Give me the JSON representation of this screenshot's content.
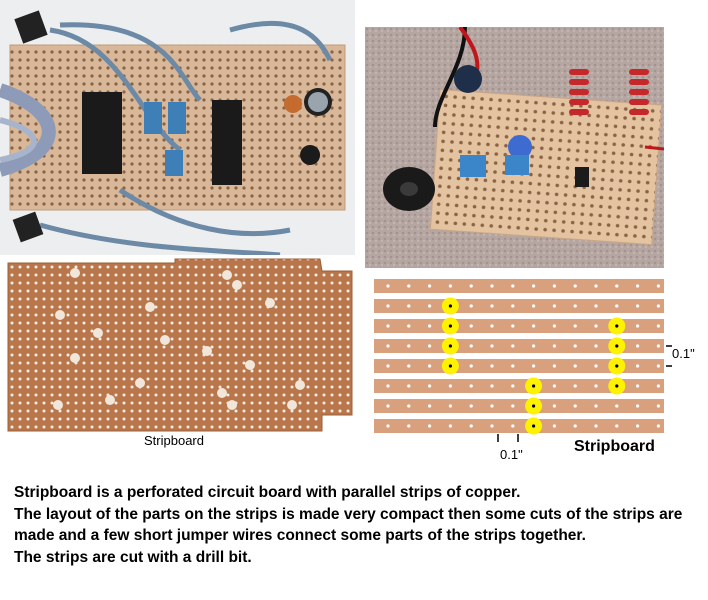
{
  "figure": {
    "photo_captions": {
      "bottom_left": "Stripboard",
      "diagram": "Stripboard"
    },
    "dimension_labels": {
      "horizontal_pitch": "0.1\"",
      "vertical_pitch": "0.1\""
    }
  },
  "description": {
    "line1": "Stripboard is a perforated circuit board with parallel strips of copper.",
    "line2": "The layout of the parts on the strips is made very compact then some cuts of the strips are made and a few short jumper wires connect some parts of the strips together.",
    "line3": "The strips are cut with a drill bit."
  },
  "colors": {
    "copper_strip": "#D9A07E",
    "cut_highlight": "#FFF200",
    "board_brown": "#B9764A",
    "carpet_gray": "#B8A9A6"
  },
  "icon_names": [
    "stripboard-photo-top-left",
    "stripboard-photo-top-right",
    "stripboard-photo-bottom-left",
    "stripboard-diagram"
  ]
}
